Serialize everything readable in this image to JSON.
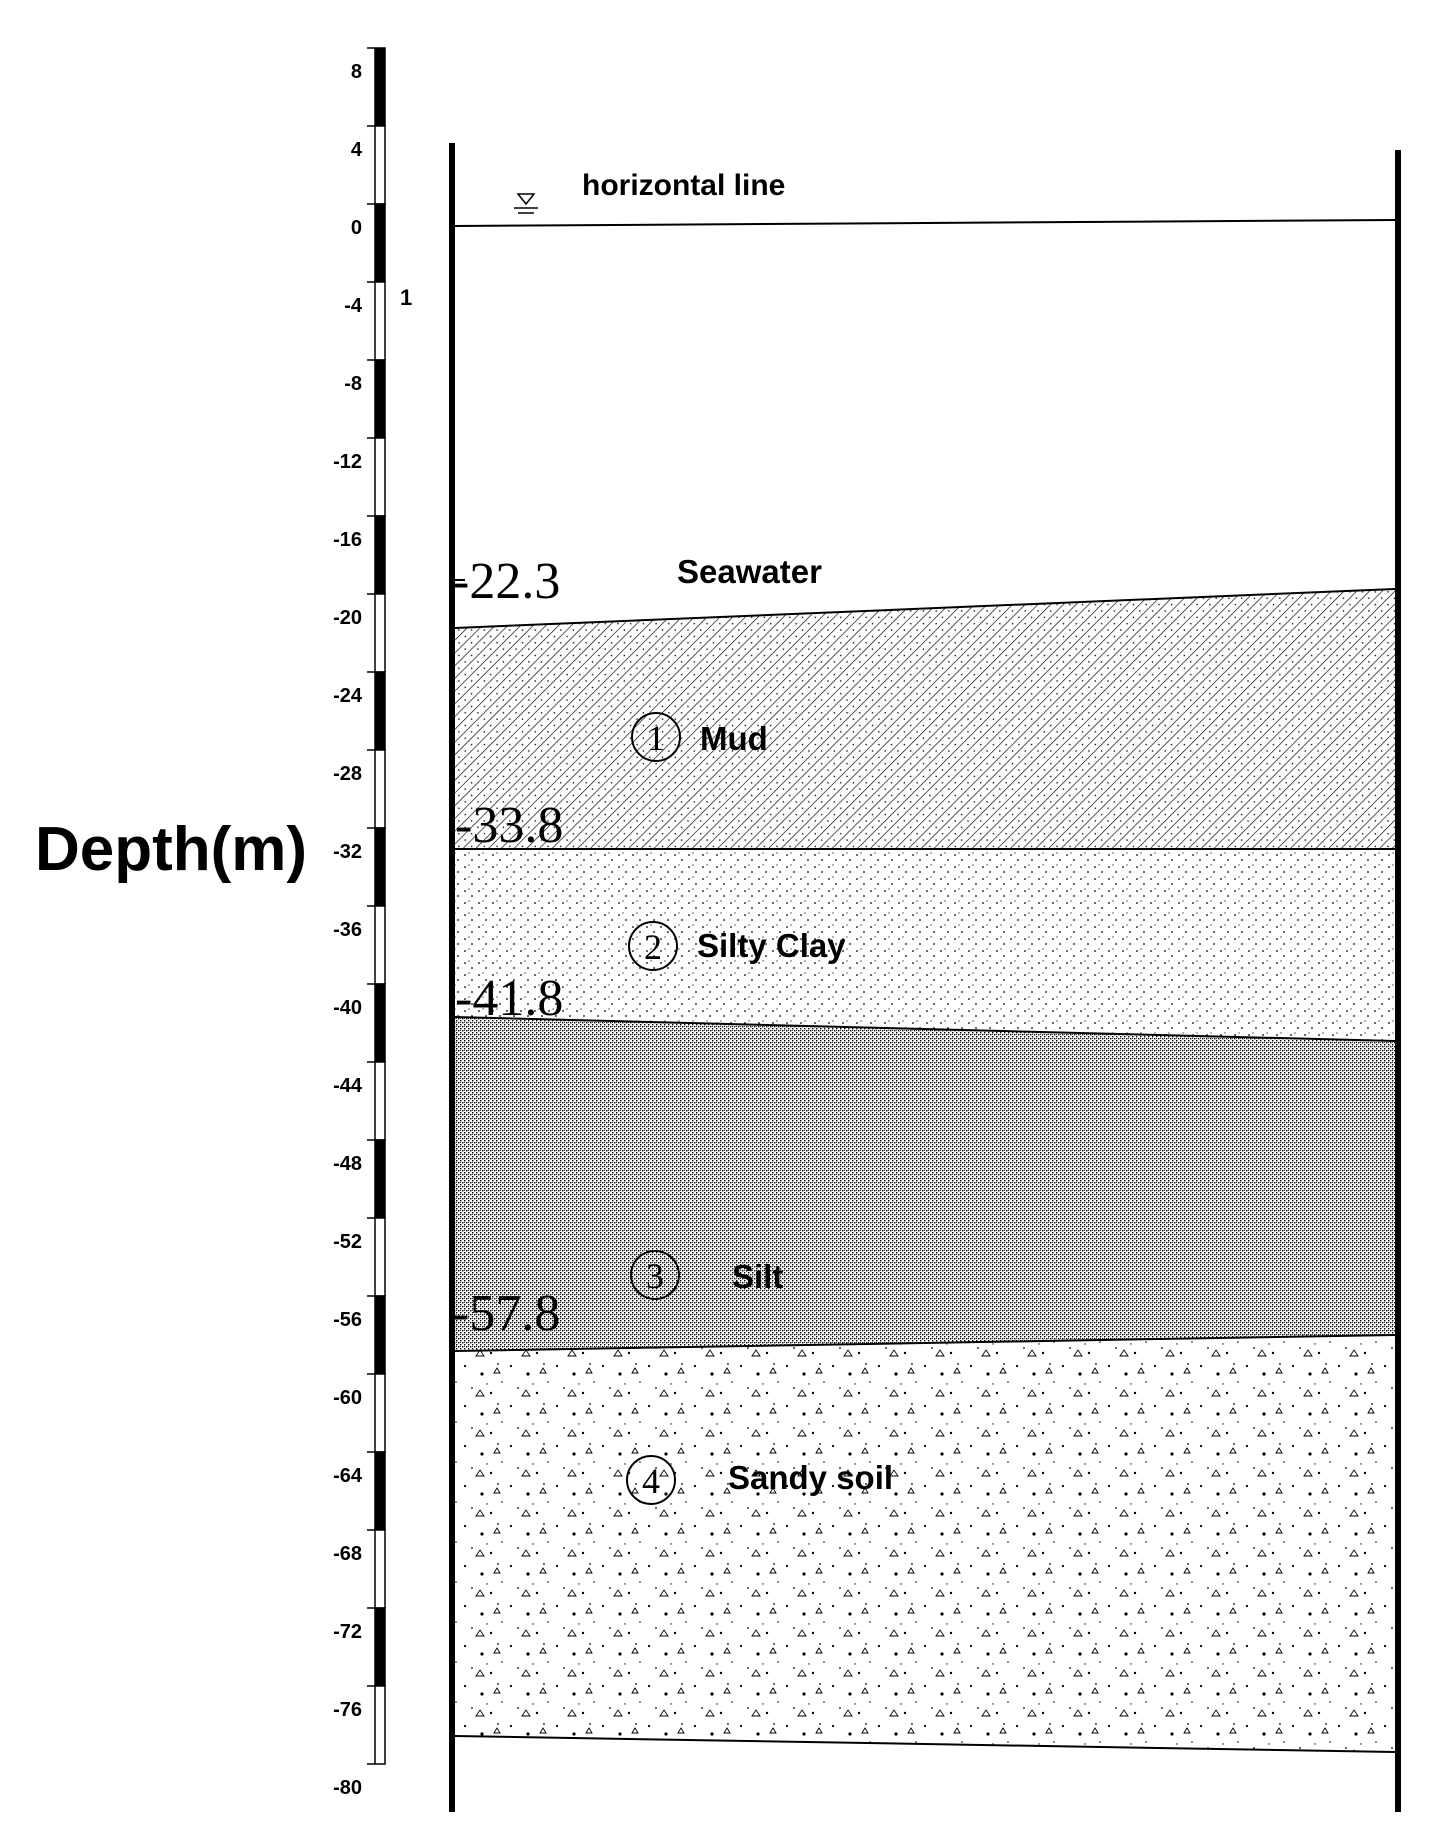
{
  "axis": {
    "label": "Depth(m)",
    "ticks": [
      "8",
      "4",
      "0",
      "-4",
      "-8",
      "-12",
      "-16",
      "-20",
      "-24",
      "-28",
      "-32",
      "-36",
      "-40",
      "-44",
      "-48",
      "-52",
      "-56",
      "-60",
      "-64",
      "-68",
      "-72",
      "-76",
      "-80"
    ],
    "scale_marker": "1"
  },
  "water_surface": {
    "label": "horizontal line",
    "icon": "water-level-icon"
  },
  "layers": [
    {
      "number": "",
      "name": "Seawater",
      "top_elevation": "",
      "pattern": "none"
    },
    {
      "number": "1",
      "name": "Mud",
      "top_elevation": "-22.3",
      "pattern": "diagonal-hatch"
    },
    {
      "number": "2",
      "name": "Silty Clay",
      "top_elevation": "-33.8",
      "pattern": "sparse-dots"
    },
    {
      "number": "3",
      "name": "Silt",
      "top_elevation": "-41.8",
      "pattern": "fine-stipple"
    },
    {
      "number": "4",
      "name": "Sandy soil",
      "top_elevation": "-57.8",
      "pattern": "gravel-dots"
    }
  ],
  "colors": {
    "ink": "#000000",
    "background": "#ffffff"
  }
}
